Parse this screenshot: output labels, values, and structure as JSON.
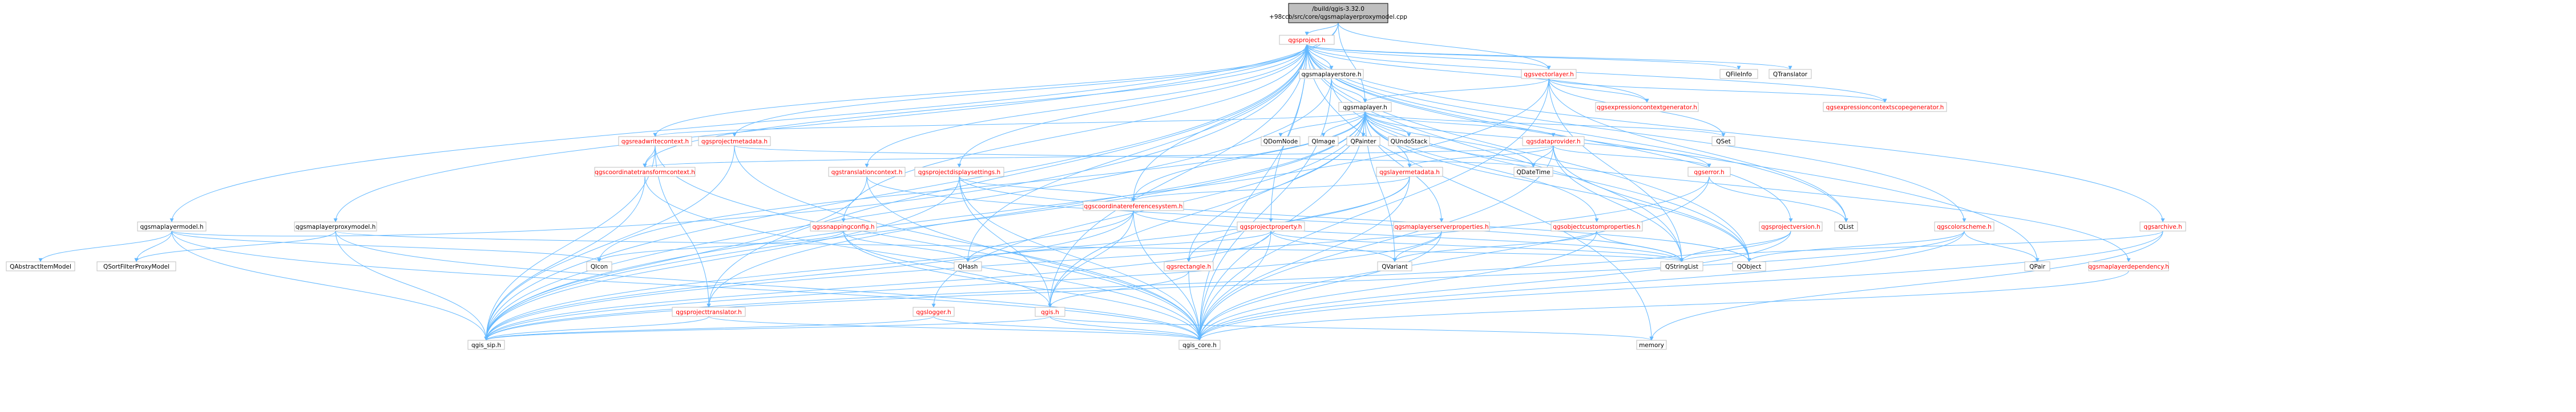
{
  "root": {
    "line1": "/build/qgis-3.32.0",
    "line2": "+98ccb/src/core/qgsmaplayerproxymodel.cpp"
  },
  "nodes": {
    "qgsproject_h": "qgsproject.h",
    "qgsmaplayermodel_h": "qgsmaplayermodel.h",
    "qgsmaplayerproxymodel_h": "qgsmaplayerproxymodel.h",
    "qgsmaplayerstore_h": "qgsmaplayerstore.h",
    "qgsvectorlayer_h": "qgsvectorlayer.h",
    "qfileinfo": "QFileInfo",
    "qtranslator": "QTranslator",
    "qgsmaplayer_h": "qgsmaplayer.h",
    "qgsexpressioncontextgenerator_h": "qgsexpressioncontextgenerator.h",
    "qgsexpressioncontextscopegenerator_h": "qgsexpressioncontextscopegenerator.h",
    "qgsarchive_h": "qgsarchive.h",
    "qset": "QSet",
    "qdomnode": "QDomNode",
    "qimage": "QImage",
    "qpainter": "QPainter",
    "qundostack": "QUndoStack",
    "qgsreadwritecontext_h": "qgsreadwritecontext.h",
    "qgsprojectmetadata_h": "qgsprojectmetadata.h",
    "qgscoordinatetransformcontext_h": "qgscoordinatetransformcontext.h",
    "qgstranslationcontext_h": "qgstranslationcontext.h",
    "qgsprojectdisplaysettings_h": "qgsprojectdisplaysettings.h",
    "qgsdataprovider_h": "qgsdataprovider.h",
    "qgslayermetadata_h": "qgslayermetadata.h",
    "qdatetime": "QDateTime",
    "qgserror_h": "qgserror.h",
    "qgscolorscheme_h": "qgscolorscheme.h",
    "qgsmaplayerdependency_h": "qgsmaplayerdependency.h",
    "qgscoordinatereferencesystem_h": "qgscoordinatereferencesystem.h",
    "qgsprojectproperty_h": "qgsprojectproperty.h",
    "qgsmaplayerserverproperties_h": "qgsmaplayerserverproperties.h",
    "qgsobjectcustomproperties_h": "qgsobjectcustomproperties.h",
    "qgsprojectversion_h": "qgsprojectversion.h",
    "qgssnappingconfig_h": "qgssnappingconfig.h",
    "qgsrectangle_h": "qgsrectangle.h",
    "qvariant": "QVariant",
    "qlist": "QList",
    "qobject": "QObject",
    "qpair": "QPair",
    "qstringlist": "QStringList",
    "qhash": "QHash",
    "qicon": "QIcon",
    "qgslogger_h": "qgslogger.h",
    "qgsprojecttranslator_h": "qgsprojecttranslator.h",
    "qgis_h": "qgis.h",
    "qgis_sip_h": "qgis_sip.h",
    "qgis_core_h": "qgis_core.h",
    "memory": "memory",
    "qabstractitemmodel": "QAbstractItemModel",
    "qsortfilterproxymodel": "QSortFilterProxyModel"
  },
  "colors": {
    "edge": "#63b8ff",
    "link_text": "#ff0000",
    "root_fill": "#bfbfbf",
    "node_border": "#bfbfbf"
  }
}
